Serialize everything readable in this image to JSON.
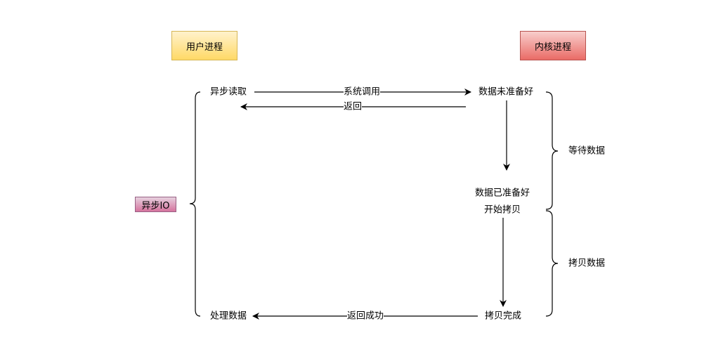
{
  "lanes": {
    "user": "用户进程",
    "kernel": "内核进程"
  },
  "group_label": "异步IO",
  "nodes": {
    "async_read": "异步读取",
    "data_not_ready": "数据未准备好",
    "data_ready": "数据已准备好",
    "start_copy": "开始拷贝",
    "copy_done": "拷贝完成",
    "process_data": "处理数据"
  },
  "edges": {
    "syscall": "系统调用",
    "return": "返回",
    "return_success": "返回成功"
  },
  "phases": {
    "wait": "等待数据",
    "copy": "拷贝数据"
  },
  "colors": {
    "user": "#ffd966",
    "kernel": "#ea6b66",
    "aio": "#d5739d"
  }
}
